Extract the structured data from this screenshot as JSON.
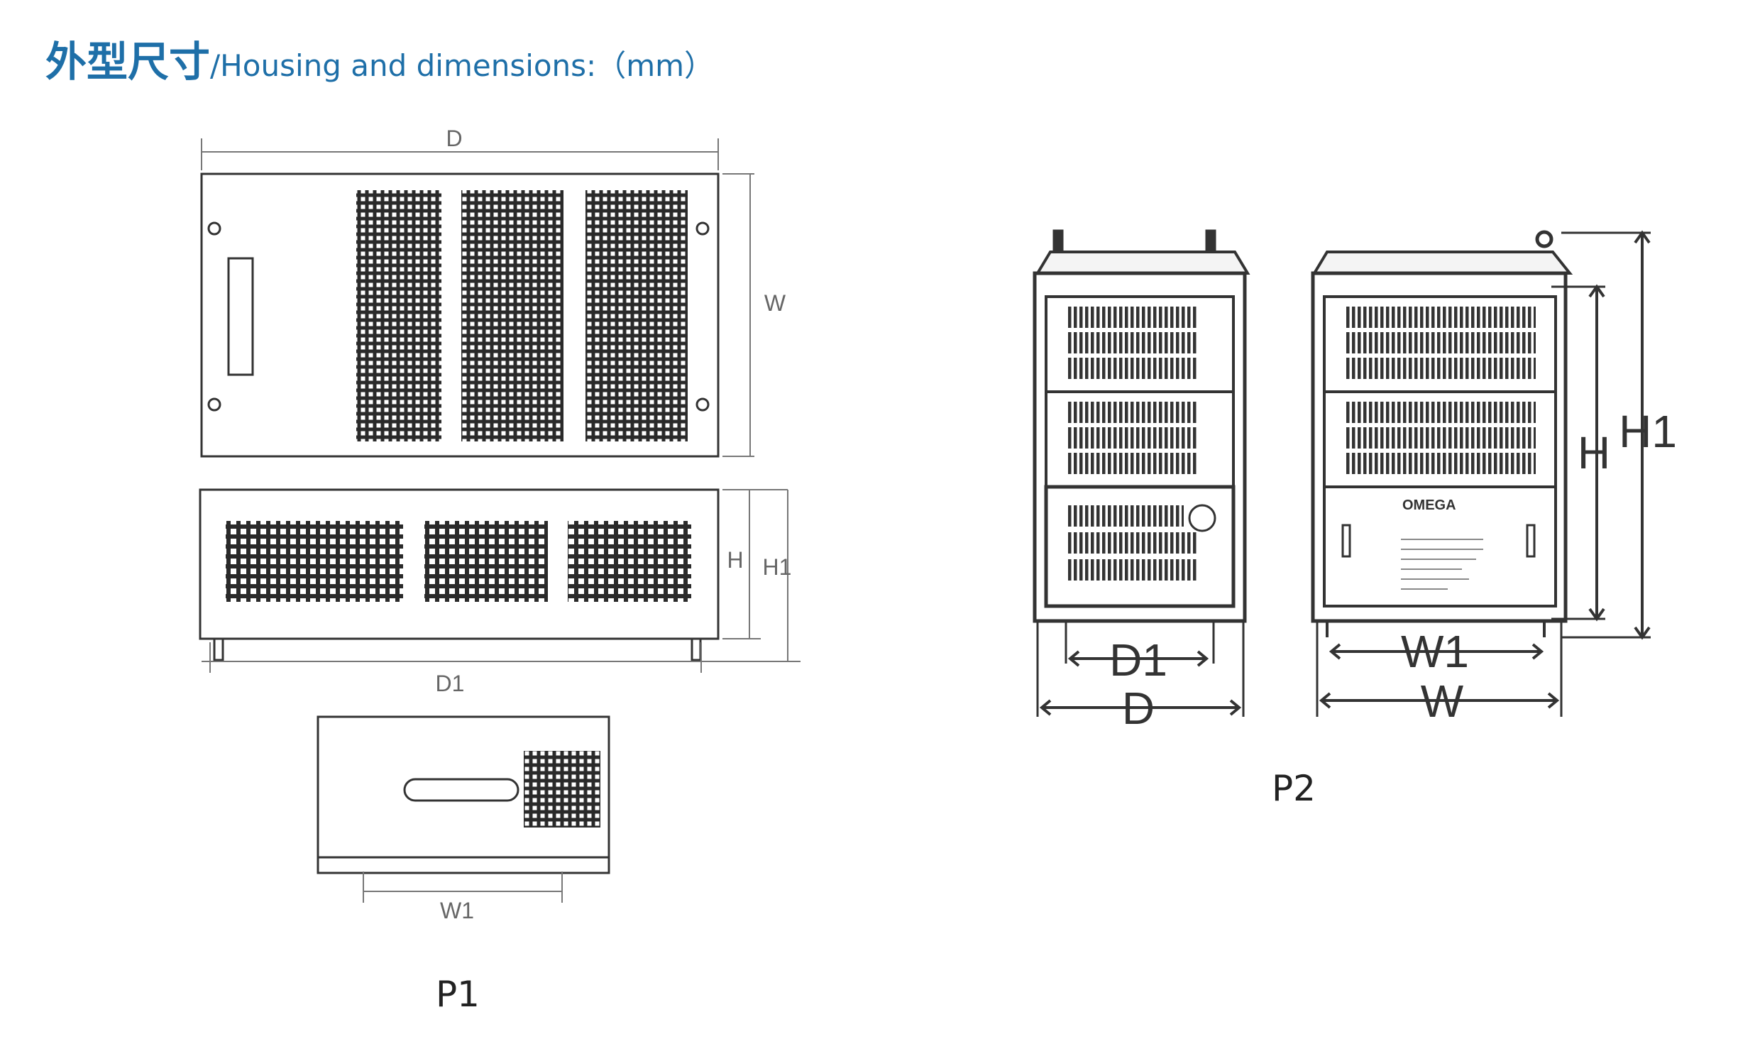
{
  "header": {
    "title_cn": "外型尺寸",
    "title_en": "/Housing and dimensions:（mm）"
  },
  "p1": {
    "caption": "P1",
    "labels": {
      "d": "D",
      "w": "W",
      "h": "H",
      "h1": "H1",
      "d1": "D1",
      "w1": "W1"
    }
  },
  "p2": {
    "caption": "P2",
    "brand": "OMEGA",
    "labels": {
      "d1": "D1",
      "d": "D",
      "w1": "W1",
      "w": "W",
      "h": "H",
      "h1": "H1"
    }
  },
  "colors": {
    "title": "#1e6fa8",
    "line": "#333333",
    "dim": "#555555",
    "grille": "#2a2a2a"
  }
}
